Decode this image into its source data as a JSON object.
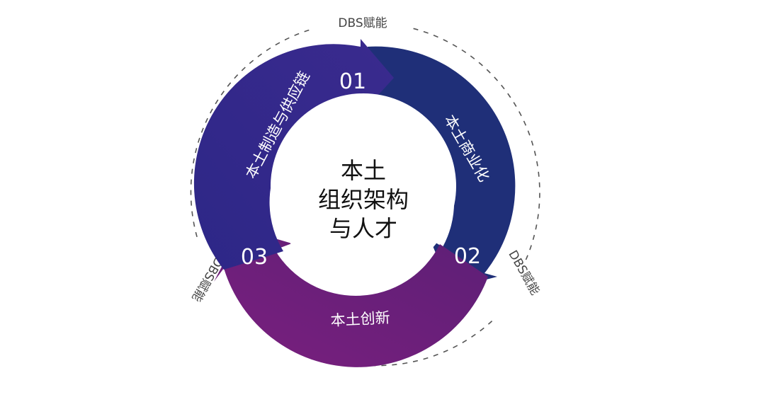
{
  "center": {
    "line1": "本土",
    "line2": "组织架构",
    "line3": "与人才"
  },
  "segments": [
    {
      "number": "01",
      "label": "本土制造与供应链",
      "color": "#3a2a8e"
    },
    {
      "number": "02",
      "label": "本土商业化",
      "color": "#1f2f78"
    },
    {
      "number": "03",
      "label": "本土创新",
      "color": "#6c1f7c"
    }
  ],
  "outer_ring": {
    "top_label": "DBS赋能",
    "right_label": "DBS赋能",
    "left_label": "DBS赋能",
    "stroke": "#555555"
  }
}
